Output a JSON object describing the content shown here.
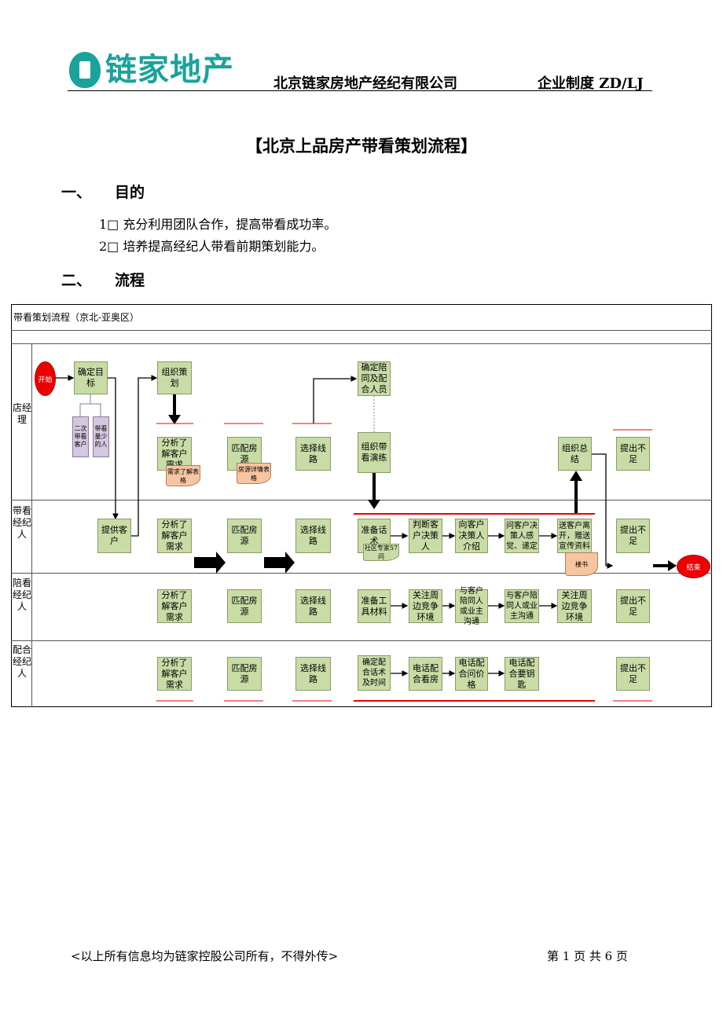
{
  "header": {
    "logo_text": "链家地产",
    "company": "北京链家房地产经纪有限公司",
    "policy": "企业制度 ZD/LJ"
  },
  "doc": {
    "title": "【北京上品房产带看策划流程】",
    "section1_num": "一、",
    "section1_title": "目的",
    "items": [
      "1□   充分利用团队合作，提高带看成功率。",
      "2□   培养提高经纪人带看前期策划能力。"
    ],
    "section2_num": "二、",
    "section2_title": "流程"
  },
  "flowchart": {
    "title": "带看策划流程（京北-亚奥区）",
    "lanes": [
      "店经理",
      "带看经纪人",
      "陪看经纪人",
      "配合经纪人"
    ],
    "start": "开始",
    "end": "结束",
    "manager": {
      "confirm_goal": "确定目标",
      "sub1": "二次带看客户",
      "sub2": "带看量少的人",
      "organize": "组织策划",
      "analyze": "分析了解客户需求",
      "form1": "需求了解表格",
      "match": "匹配房源",
      "form2": "房源详情表格",
      "route": "选择线路",
      "confirm_staff": "确定陪同及配合人员",
      "drill": "组织带看演练",
      "summary": "组织总结",
      "deficiency": "提出不足"
    },
    "agent": {
      "provide": "提供客户",
      "analyze": "分析了解客户需求",
      "match": "匹配房源",
      "route": "选择线路",
      "script": "准备话术",
      "expert": "社区专家57问",
      "judge": "判断客户决策人",
      "intro": "向客户决策人介绍",
      "ask": "问客户决策人感觉、递定",
      "send": "送客户离开，赠送宣传资料",
      "book": "楼书",
      "deficiency": "提出不足"
    },
    "companion": {
      "analyze": "分析了解客户需求",
      "match": "匹配房源",
      "route": "选择线路",
      "tools": "准备工具材料",
      "watch": "关注周边竞争环境",
      "talk1": "与客户陪同人或业主沟通",
      "talk2": "与客户陪同人或业主沟通",
      "watch2": "关注周边竞争环境",
      "deficiency": "提出不足"
    },
    "cooperate": {
      "analyze": "分析了解客户需求",
      "match": "匹配房源",
      "route": "选择线路",
      "confirm": "确定配合话术及时间",
      "phone1": "电话配合看房",
      "phone2": "电话配合问价格",
      "phone3": "电话配合要钥匙",
      "deficiency": "提出不足"
    }
  },
  "footer": {
    "left": "<以上所有信息均为链家控股公司所有，不得外传>",
    "right": "第 1 页 共 6 页"
  },
  "colors": {
    "brand": "#1aa39a",
    "box_fill": "#c9dca6",
    "red": "#e00000"
  }
}
